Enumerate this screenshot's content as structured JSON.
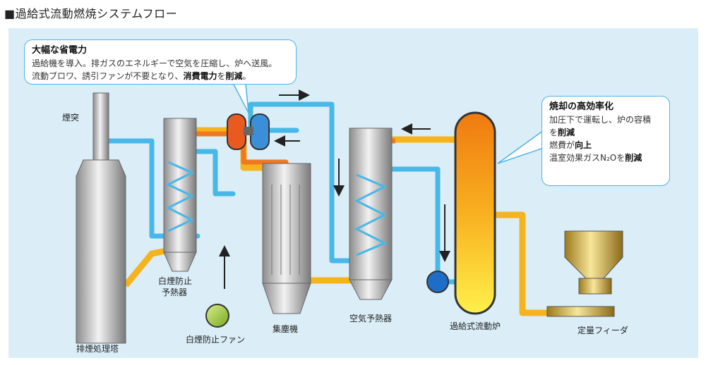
{
  "title": "■過給式流動燃焼システムフロー",
  "callout_power": {
    "heading": "大幅な省電力",
    "line1": "過給機を導入。排ガスのエネルギーで空気を圧縮し、炉へ送風。",
    "line2_plain": "流動ブロワ、誘引ファンが不要となり、",
    "line2_bold1": "消費電力",
    "line2_mid": "を",
    "line2_bold2": "削減",
    "line2_end": "。"
  },
  "callout_efficiency": {
    "heading": "焼却の高効率化",
    "line1": "加圧下で運転し、炉の容積",
    "line2_plain": "を",
    "line2_bold": "削減",
    "line3_plain": "燃費が",
    "line3_bold": "向上",
    "line4_plain": "温室効果ガスN₂Oを",
    "line4_bold": "削減"
  },
  "labels": {
    "chimney": "煙突",
    "scrubber": "排煙処理塔",
    "preheater_white_1": "白煙防止",
    "preheater_white_2": "予熱器",
    "white_fan": "白煙防止ファン",
    "dust_collector": "集塵機",
    "air_preheater": "空気予熱器",
    "furnace": "過給式流動炉",
    "feeder": "定量フィーダ"
  },
  "colors": {
    "panel_bg": "#dbeef8",
    "air_line": "#47b8e8",
    "exhaust_line": "#f5b41e",
    "hot_gas_line": "#f07820",
    "callout_border": "#4db3e6"
  }
}
